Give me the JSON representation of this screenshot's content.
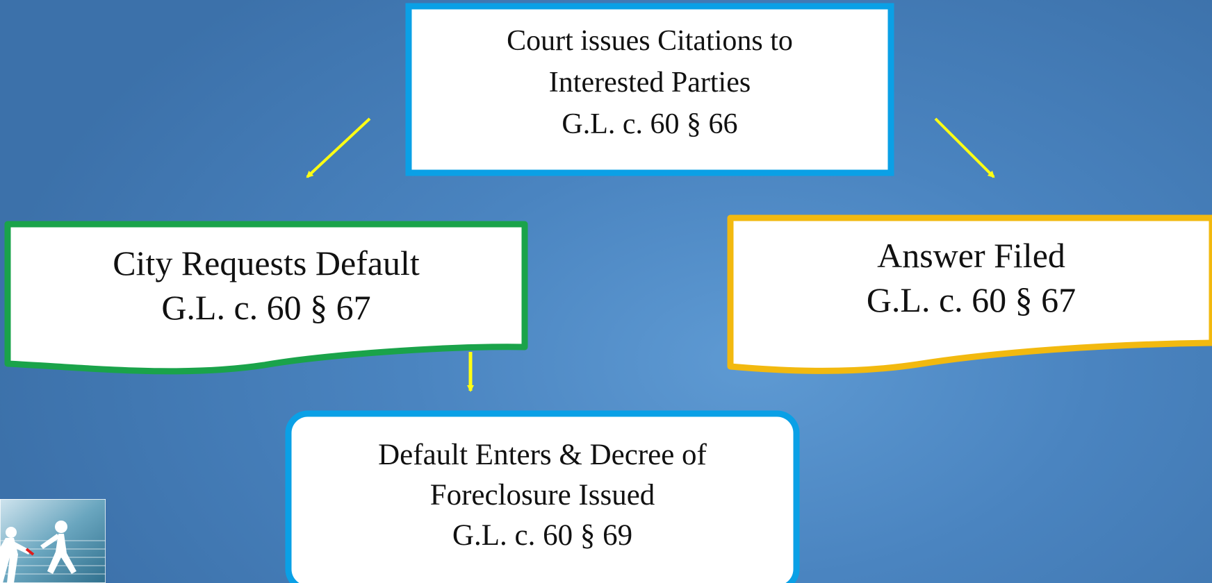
{
  "nodes": {
    "citations": {
      "lines": [
        "Court issues Citations to",
        "Interested Parties",
        "G.L. c. 60 § 66"
      ],
      "border_color": "#0aa0e6"
    },
    "default_request": {
      "lines": [
        "City Requests Default",
        "G.L. c. 60 § 67"
      ],
      "border_color": "#1aa34a"
    },
    "answer": {
      "lines": [
        "Answer Filed",
        "G.L. c. 60 § 67"
      ],
      "border_color": "#f2b90f"
    },
    "decree": {
      "lines": [
        "Default Enters & Decree of",
        "Foreclosure Issued",
        "G.L. c. 60 § 69"
      ],
      "border_color": "#0aa0e6"
    }
  },
  "arrows": [
    {
      "from": "citations",
      "to": "default_request"
    },
    {
      "from": "citations",
      "to": "answer"
    },
    {
      "from": "default_request",
      "to": "decree"
    }
  ],
  "arrow_color": "#ffff14",
  "logo": {
    "icon": "relay-runners-logo-icon"
  }
}
